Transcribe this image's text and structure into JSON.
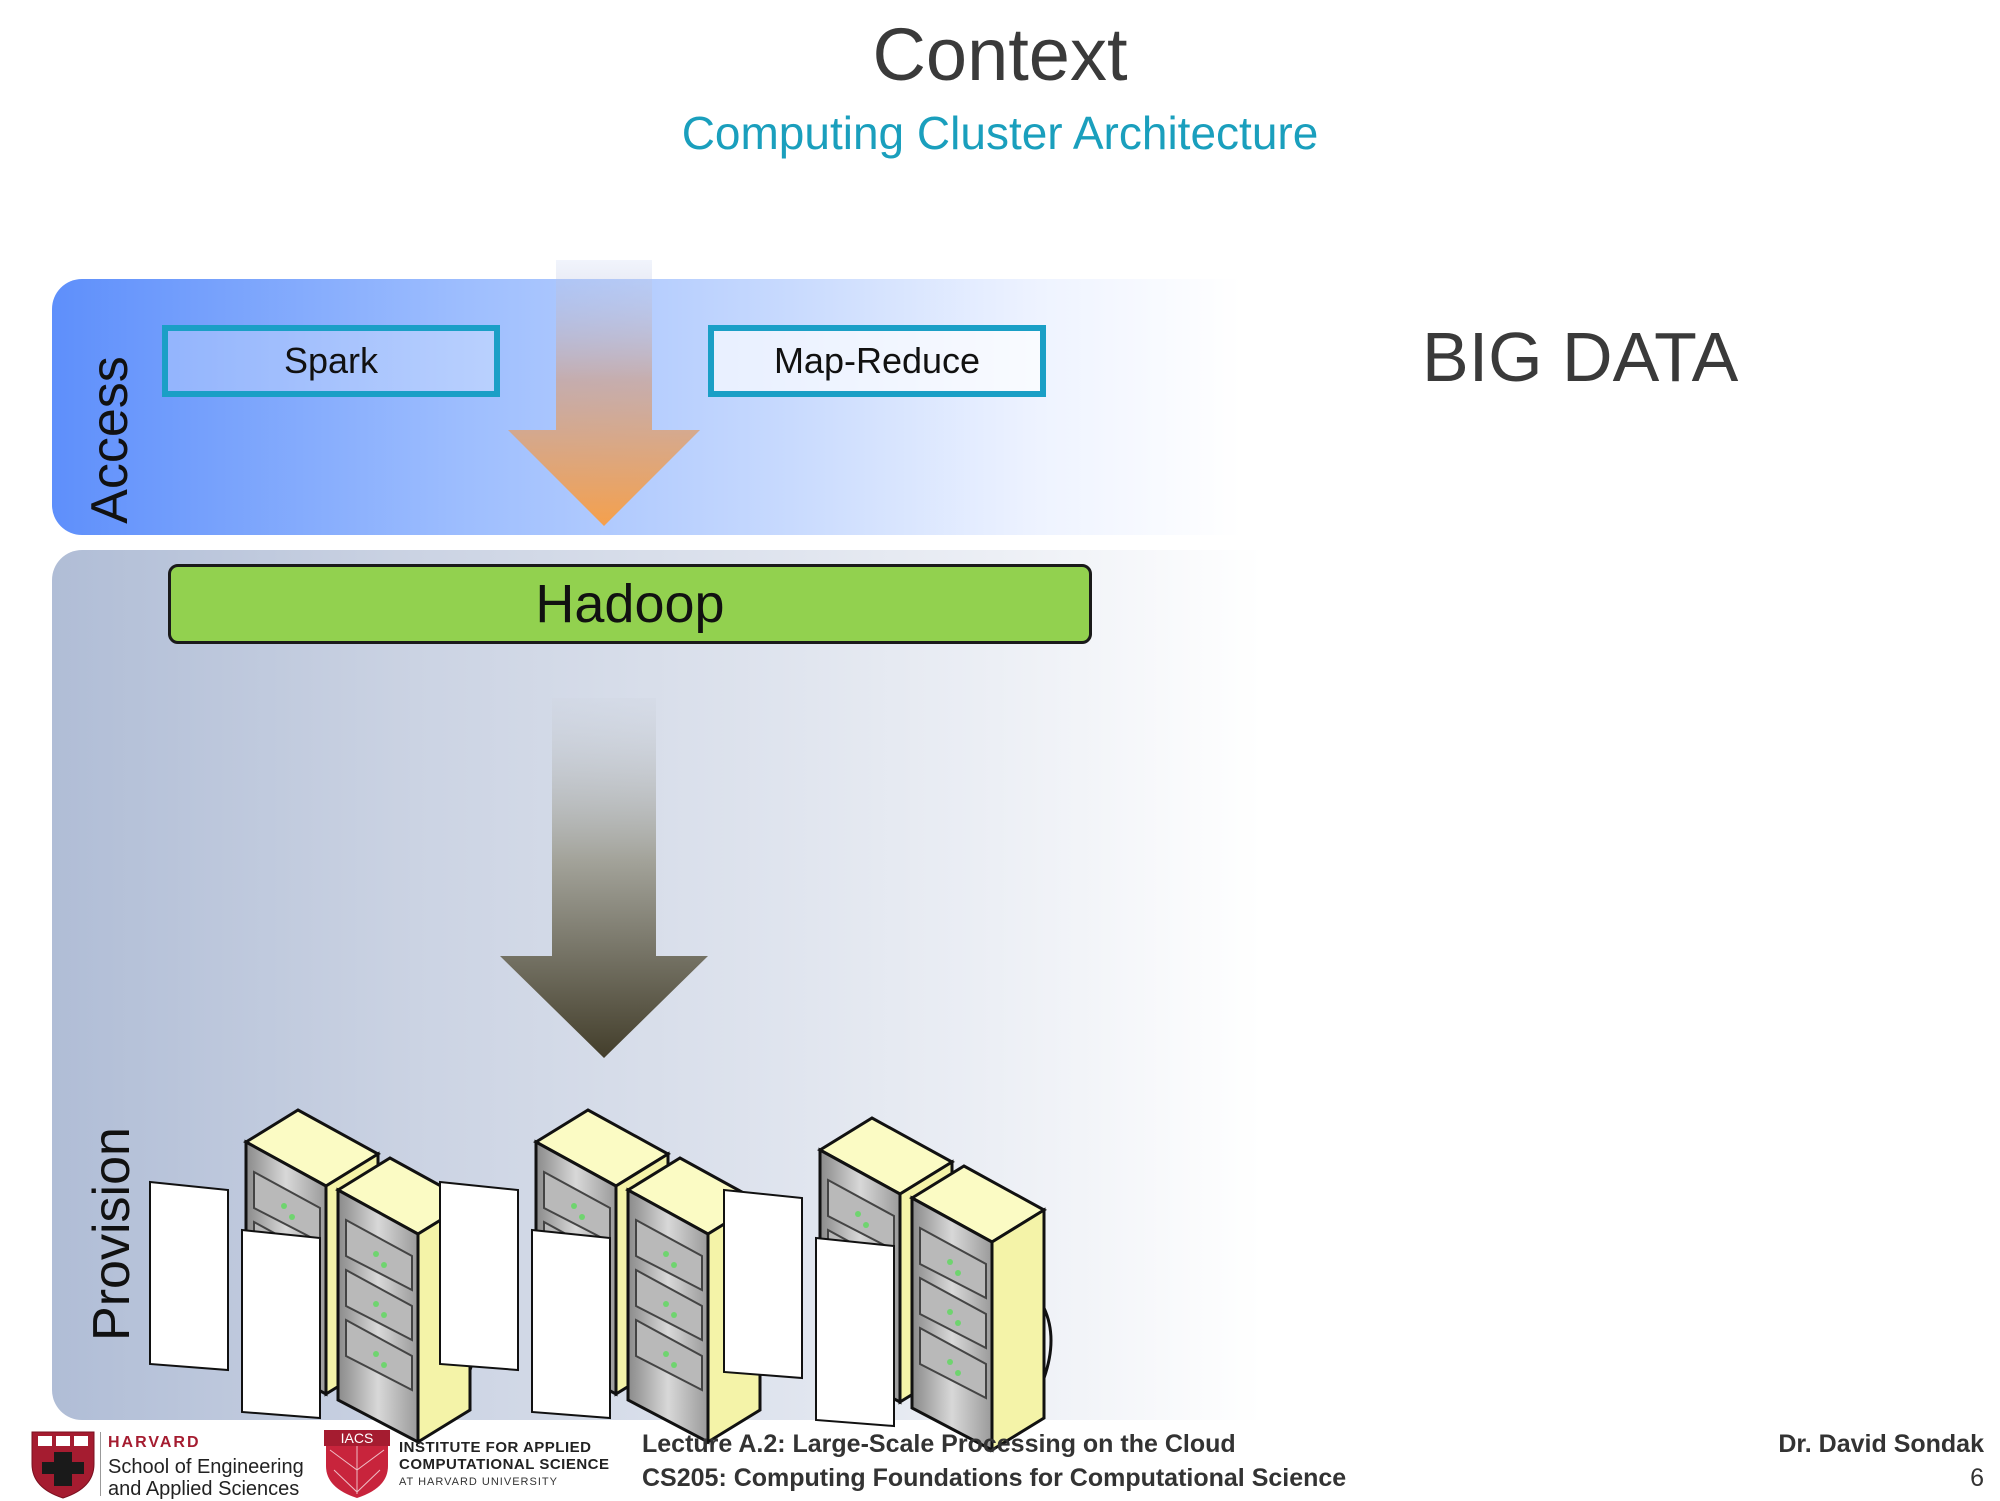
{
  "header": {
    "title": "Context",
    "subtitle": "Computing Cluster Architecture"
  },
  "diagram": {
    "access_label": "Access",
    "provision_label": "Provision",
    "access_tools": [
      "Spark",
      "Map-Reduce"
    ],
    "hadoop_label": "Hadoop",
    "side_heading": "BIG DATA",
    "server_groups": 3,
    "colors": {
      "access_band": "#5e8ffb",
      "provision_band": "#b0bdd6",
      "tool_border": "#1a9fc6",
      "hadoop_fill": "#92d14f",
      "access_arrow": "#f0a050",
      "provision_arrow": "#4a4530",
      "server_fill": "#fbfbc4"
    }
  },
  "footer": {
    "harvard_name": "HARVARD",
    "seas_line1": "School of Engineering",
    "seas_line2": "and Applied Sciences",
    "iacs_badge": "IACS",
    "iacs_line1": "INSTITUTE FOR APPLIED",
    "iacs_line2": "COMPUTATIONAL SCIENCE",
    "iacs_line3": "AT HARVARD UNIVERSITY",
    "lecture": "Lecture A.2: Large-Scale Processing on the Cloud",
    "course": "CS205: Computing Foundations for Computational Science",
    "author": "Dr. David Sondak",
    "page": "6"
  }
}
